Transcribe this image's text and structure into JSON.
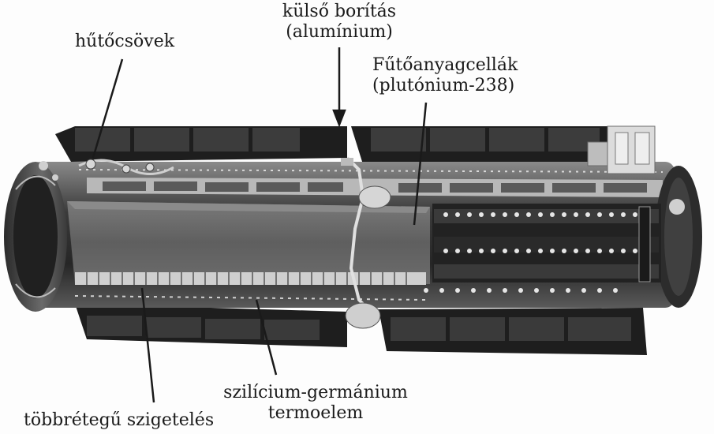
{
  "labels": {
    "outer_casing": {
      "line1": "külső borítás",
      "line2": "(alumínium)"
    },
    "cooling_tubes": "hűtőcsövek",
    "fuel_cells": {
      "line1": "Fűtőanyagcellák",
      "line2": "(plutónium-238)"
    },
    "thermocouple": {
      "line1": "szilícium-germánium",
      "line2": "termoelem"
    },
    "insulation": "többrétegű szigetelés"
  },
  "colors": {
    "background": "#fdfdfd",
    "fin_dark": "#1e1e1e",
    "body_mid": "#505050",
    "fuel_core": "#666666",
    "metal_light": "#c8c8c8",
    "ink": "#1a1a1a"
  }
}
